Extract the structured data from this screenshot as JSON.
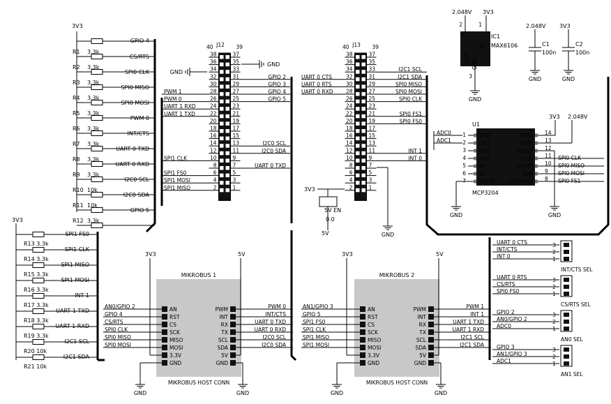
{
  "nets": {
    "v33": "3V3",
    "v5": "5V",
    "gnd": "GND",
    "v2048": "2.048V",
    "v5en": "5V EN",
    "zero": "0.0"
  },
  "resistors": [
    {
      "ref": "R1",
      "val": "3.3k",
      "net": "CS/RTS"
    },
    {
      "ref": "R2",
      "val": "3.3k",
      "net": "SPI0_CLK"
    },
    {
      "ref": "R3",
      "val": "3.3k",
      "net": "SPI0_MISO"
    },
    {
      "ref": "R4",
      "val": "3.3k",
      "net": "SPI0_MOSI"
    },
    {
      "ref": "R5",
      "val": "3.3k",
      "net": "PWM_0"
    },
    {
      "ref": "R6",
      "val": "3.3k",
      "net": "INT/CTS"
    },
    {
      "ref": "R7",
      "val": "3.3k",
      "net": "UART_0_TXD"
    },
    {
      "ref": "R8",
      "val": "3.3k",
      "net": "UART_0_RXD"
    },
    {
      "ref": "R9",
      "val": "3.3k",
      "net": "I2C0_SCL"
    },
    {
      "ref": "R10",
      "val": "10k",
      "net": "I2C0_SDA"
    },
    {
      "ref": "R11",
      "val": "10k",
      "net": "GPIO_5"
    },
    {
      "ref": "R12",
      "val": "3.3k",
      "net": ""
    }
  ],
  "resistors_top_net": "GPIO_4",
  "resistors2": [
    {
      "ref": "R13",
      "val": "3.3k",
      "net": "SPI1_FS0"
    },
    {
      "ref": "R14",
      "val": "3.3k",
      "net": "SPI1_CLK"
    },
    {
      "ref": "R15",
      "val": "3.3k",
      "net": "SPI1_MISO"
    },
    {
      "ref": "R16",
      "val": "3.3k",
      "net": "SPI1_MOSI"
    },
    {
      "ref": "R17",
      "val": "3.3k",
      "net": "INT_1"
    },
    {
      "ref": "R18",
      "val": "3.3k",
      "net": "UART_1_TXD"
    },
    {
      "ref": "R19",
      "val": "3.3k",
      "net": "UART_1_RXD"
    },
    {
      "ref": "R20",
      "val": "10k",
      "net": "I2C1_SCL"
    },
    {
      "ref": "R21",
      "val": "10k",
      "net": "I2C1_SDA"
    }
  ],
  "j12": {
    "ref": "J12",
    "top_left": "40",
    "top_right": "39",
    "left": [
      {
        "pin": "38",
        "net": ""
      },
      {
        "pin": "36",
        "net": ""
      },
      {
        "pin": "34",
        "net": ""
      },
      {
        "pin": "32",
        "net": ""
      },
      {
        "pin": "30",
        "net": ""
      },
      {
        "pin": "28",
        "net": "PWM_1"
      },
      {
        "pin": "26",
        "net": "PWM_0"
      },
      {
        "pin": "24",
        "net": "UART_1_RXD"
      },
      {
        "pin": "22",
        "net": "UART_1_TXD"
      },
      {
        "pin": "20",
        "net": ""
      },
      {
        "pin": "18",
        "net": ""
      },
      {
        "pin": "16",
        "net": ""
      },
      {
        "pin": "14",
        "net": ""
      },
      {
        "pin": "12",
        "net": ""
      },
      {
        "pin": "10",
        "net": "SPI1_CLK"
      },
      {
        "pin": "8",
        "net": ""
      },
      {
        "pin": "6",
        "net": "SPI1_FS0"
      },
      {
        "pin": "4",
        "net": "SPI1_MOSI"
      },
      {
        "pin": "2",
        "net": "SPI1_MISO"
      }
    ],
    "right": [
      {
        "pin": "37",
        "net": ""
      },
      {
        "pin": "35",
        "net": ""
      },
      {
        "pin": "33",
        "net": ""
      },
      {
        "pin": "31",
        "net": "GPIO_2"
      },
      {
        "pin": "29",
        "net": "GPIO_3"
      },
      {
        "pin": "27",
        "net": "GPIO_4"
      },
      {
        "pin": "25",
        "net": "GPIO_5"
      },
      {
        "pin": "23",
        "net": ""
      },
      {
        "pin": "21",
        "net": ""
      },
      {
        "pin": "19",
        "net": ""
      },
      {
        "pin": "17",
        "net": ""
      },
      {
        "pin": "15",
        "net": ""
      },
      {
        "pin": "13",
        "net": "I2C0_SCL"
      },
      {
        "pin": "11",
        "net": "I2C0_SDA"
      },
      {
        "pin": "9",
        "net": ""
      },
      {
        "pin": "7",
        "net": "UART_0_TXD"
      },
      {
        "pin": "5",
        "net": ""
      },
      {
        "pin": "3",
        "net": ""
      },
      {
        "pin": "1",
        "net": ""
      }
    ]
  },
  "j13": {
    "ref": "J13",
    "top_left": "40",
    "top_right": "39",
    "left": [
      {
        "pin": "38",
        "net": ""
      },
      {
        "pin": "36",
        "net": ""
      },
      {
        "pin": "34",
        "net": ""
      },
      {
        "pin": "32",
        "net": "UART_0_CTS"
      },
      {
        "pin": "30",
        "net": "UART_0_RTS"
      },
      {
        "pin": "28",
        "net": "UART_0_RXD"
      },
      {
        "pin": "26",
        "net": ""
      },
      {
        "pin": "24",
        "net": ""
      },
      {
        "pin": "22",
        "net": ""
      },
      {
        "pin": "20",
        "net": ""
      },
      {
        "pin": "18",
        "net": ""
      },
      {
        "pin": "16",
        "net": ""
      },
      {
        "pin": "14",
        "net": ""
      },
      {
        "pin": "12",
        "net": ""
      },
      {
        "pin": "10",
        "net": ""
      },
      {
        "pin": "8",
        "net": ""
      },
      {
        "pin": "6",
        "net": ""
      },
      {
        "pin": "4",
        "net": ""
      },
      {
        "pin": "2",
        "net": ""
      }
    ],
    "right": [
      {
        "pin": "37",
        "net": ""
      },
      {
        "pin": "35",
        "net": ""
      },
      {
        "pin": "33",
        "net": "I2C1_SCL"
      },
      {
        "pin": "31",
        "net": "I2C1_SDA"
      },
      {
        "pin": "29",
        "net": "SPI0_MISO"
      },
      {
        "pin": "27",
        "net": "SPI0_MOSI"
      },
      {
        "pin": "25",
        "net": "SPI0_CLK"
      },
      {
        "pin": "23",
        "net": ""
      },
      {
        "pin": "21",
        "net": "SPI0_FS1"
      },
      {
        "pin": "19",
        "net": "SPI0_FS0"
      },
      {
        "pin": "17",
        "net": ""
      },
      {
        "pin": "15",
        "net": ""
      },
      {
        "pin": "13",
        "net": ""
      },
      {
        "pin": "11",
        "net": "INT_1"
      },
      {
        "pin": "9",
        "net": "INT_0"
      },
      {
        "pin": "7",
        "net": ""
      },
      {
        "pin": "5",
        "net": ""
      },
      {
        "pin": "3",
        "net": ""
      },
      {
        "pin": "1",
        "net": ""
      }
    ]
  },
  "ic1": {
    "ref": "IC1",
    "name": "MAX6106",
    "pins": [
      "OUT",
      "IN",
      "GND"
    ],
    "pin_numbers": [
      "2",
      "1",
      "3"
    ]
  },
  "caps": [
    {
      "ref": "C1",
      "val": "100n"
    },
    {
      "ref": "C2",
      "val": "100n"
    }
  ],
  "u1": {
    "ref": "U1",
    "name": "MCP3204",
    "left": [
      {
        "pin": "1",
        "name": "CH0",
        "net": "ADC0"
      },
      {
        "pin": "2",
        "name": "CH1",
        "net": "ADC1"
      },
      {
        "pin": "3",
        "name": "CH2",
        "net": ""
      },
      {
        "pin": "4",
        "name": "CH3",
        "net": ""
      },
      {
        "pin": "5",
        "name": "NC",
        "net": ""
      },
      {
        "pin": "6",
        "name": "NC",
        "net": ""
      },
      {
        "pin": "7",
        "name": "DGND",
        "net": ""
      }
    ],
    "right": [
      {
        "pin": "14",
        "name": "VDD",
        "net": ""
      },
      {
        "pin": "13",
        "name": "VREF",
        "net": ""
      },
      {
        "pin": "12",
        "name": "AGND",
        "net": ""
      },
      {
        "pin": "11",
        "name": "CLK",
        "net": "SPI0_CLK"
      },
      {
        "pin": "10",
        "name": "DOUT",
        "net": "SPI0_MISO"
      },
      {
        "pin": "9",
        "name": "DIN",
        "net": "SPI0_MOSI"
      },
      {
        "pin": "8",
        "name": "CS/SHDN",
        "net": "SPI0_FS1"
      }
    ]
  },
  "mikrobus1": {
    "title": "MIKROBUS 1",
    "footer": "MIKROBUS HOST CONN",
    "left": [
      {
        "name": "AN",
        "net": "AN0/GPIO_2"
      },
      {
        "name": "RST",
        "net": "GPIO_4"
      },
      {
        "name": "CS",
        "net": "CS/RTS"
      },
      {
        "name": "SCK",
        "net": "SPI0_CLK"
      },
      {
        "name": "MISO",
        "net": "SPI0_MISO"
      },
      {
        "name": "MOSI",
        "net": "SPI0_MOSI"
      },
      {
        "name": "3.3V",
        "net": ""
      },
      {
        "name": "GND",
        "net": ""
      }
    ],
    "right": [
      {
        "name": "PWM",
        "net": "PWM_0"
      },
      {
        "name": "INT",
        "net": "INT/CTS"
      },
      {
        "name": "RX",
        "net": "UART_0_TXD"
      },
      {
        "name": "TX",
        "net": "UART_0_RXD"
      },
      {
        "name": "SCL",
        "net": "I2C0_SCL"
      },
      {
        "name": "SDA",
        "net": "I2C0_SDA"
      },
      {
        "name": "5V",
        "net": ""
      },
      {
        "name": "GND",
        "net": ""
      }
    ]
  },
  "mikrobus2": {
    "title": "MIKROBUS 2",
    "footer": "MIKROBUS HOST CONN",
    "left": [
      {
        "name": "AN",
        "net": "AN1/GPIO_3"
      },
      {
        "name": "RST",
        "net": "GPIO_5"
      },
      {
        "name": "CS",
        "net": "SPI1_FS0"
      },
      {
        "name": "SCK",
        "net": "SPI1_CLK"
      },
      {
        "name": "MISO",
        "net": "SPI1_MISO"
      },
      {
        "name": "MOSI",
        "net": "SPI1_MOSI"
      },
      {
        "name": "3.3V",
        "net": ""
      },
      {
        "name": "GND",
        "net": ""
      }
    ],
    "right": [
      {
        "name": "PWM",
        "net": "PWM_1"
      },
      {
        "name": "INT",
        "net": "INT_1"
      },
      {
        "name": "RX",
        "net": "UART_1_TXD"
      },
      {
        "name": "TX",
        "net": "UART_1_RXD"
      },
      {
        "name": "SCL",
        "net": "I2C1_SCL"
      },
      {
        "name": "SDA",
        "net": "I2C1_SDA"
      },
      {
        "name": "5V",
        "net": ""
      },
      {
        "name": "GND",
        "net": ""
      }
    ]
  },
  "jumpers": [
    {
      "label": "INT/CTS SEL",
      "nets": [
        "UART_0_CTS",
        "INT/CTS",
        "INT_0"
      ],
      "pins": [
        "3",
        "2",
        "1"
      ]
    },
    {
      "label": "CS/RTS SEL",
      "nets": [
        "UART_0_RTS",
        "CS/RTS",
        "SPI0_FS0"
      ],
      "pins": [
        "3",
        "2",
        "1"
      ]
    },
    {
      "label": "AN0 SEL",
      "nets": [
        "GPIO_2",
        "AN0/GPIO_2",
        "ADC0"
      ],
      "pins": [
        "3",
        "2",
        "1"
      ]
    },
    {
      "label": "AN1 SEL",
      "nets": [
        "GPIO_3",
        "AN1/GPIO_3",
        "ADC1"
      ],
      "pins": [
        "3",
        "2",
        "1"
      ]
    }
  ]
}
